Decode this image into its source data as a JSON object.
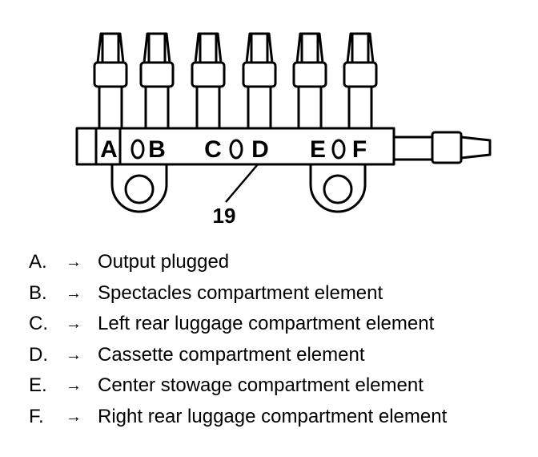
{
  "diagram": {
    "ports": [
      "A",
      "B",
      "C",
      "D",
      "E",
      "F"
    ],
    "reference_number": "19"
  },
  "legend": {
    "arrow_glyph": "→",
    "items": [
      {
        "letter": "A.",
        "description": "Output plugged"
      },
      {
        "letter": "B.",
        "description": "Spectacles compartment element"
      },
      {
        "letter": "C.",
        "description": "Left rear luggage compartment element"
      },
      {
        "letter": "D.",
        "description": "Cassette compartment element"
      },
      {
        "letter": "E.",
        "description": "Center stowage compartment element"
      },
      {
        "letter": "F.",
        "description": "Right rear luggage compartment element"
      }
    ]
  }
}
